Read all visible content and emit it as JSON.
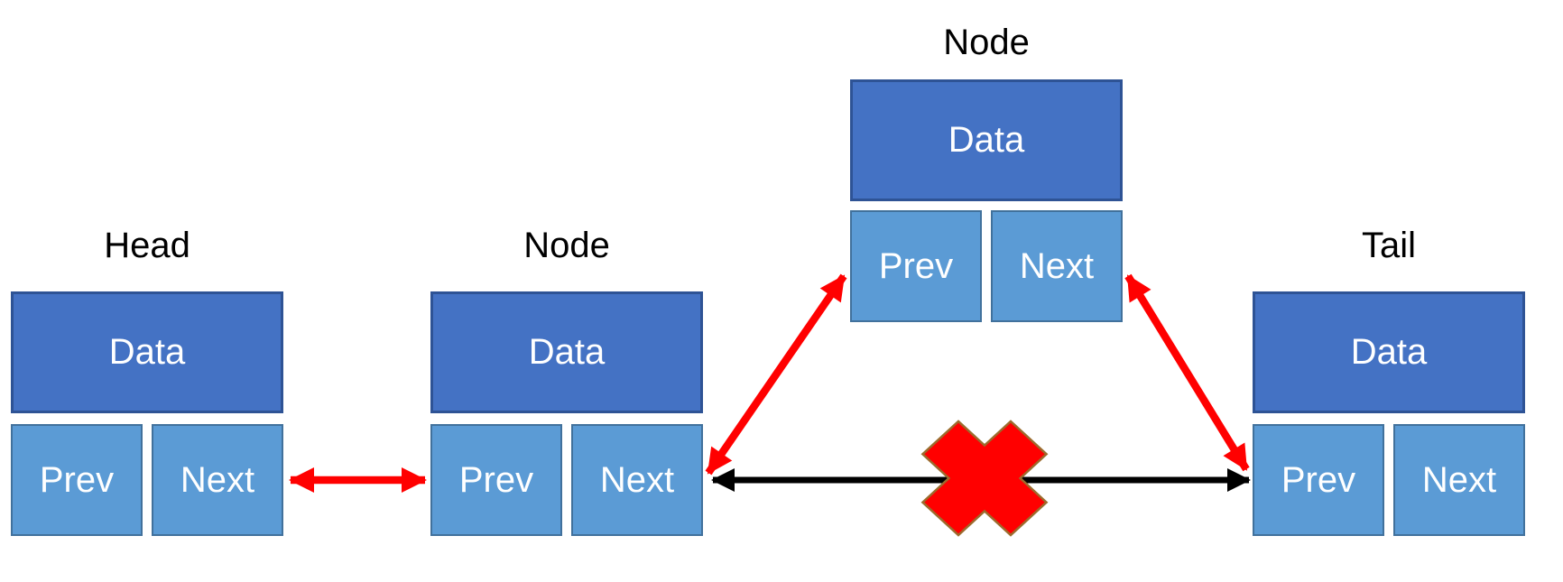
{
  "nodes": [
    {
      "id": "head",
      "title": "Head",
      "data_label": "Data",
      "prev_label": "Prev",
      "next_label": "Next"
    },
    {
      "id": "node",
      "title": "Node",
      "data_label": "Data",
      "prev_label": "Prev",
      "next_label": "Next"
    },
    {
      "id": "inserted-node",
      "title": "Node",
      "data_label": "Data",
      "prev_label": "Prev",
      "next_label": "Next"
    },
    {
      "id": "tail",
      "title": "Tail",
      "data_label": "Data",
      "prev_label": "Prev",
      "next_label": "Next"
    }
  ],
  "links": [
    {
      "from": "head.next",
      "to": "node.prev",
      "style": "new-link",
      "double_headed": true
    },
    {
      "from": "node.next",
      "to": "inserted-node.prev",
      "style": "new-link",
      "double_headed": true
    },
    {
      "from": "inserted-node.next",
      "to": "tail.prev",
      "style": "new-link",
      "double_headed": true
    },
    {
      "from": "node.next",
      "to": "tail.prev",
      "style": "old-link-broken",
      "double_headed": true
    }
  ],
  "colors": {
    "background": "#FFFFFF",
    "label_text": "#000000",
    "box_text": "#FFFFFF",
    "data_box_fill": "#4472C4",
    "data_box_border": "#2E5395",
    "pointer_box_fill": "#5B9BD5",
    "pointer_box_border": "#41719C",
    "new_link_color": "#FF0000",
    "old_link_color": "#000000",
    "broken_x_fill": "#FF0000",
    "broken_x_border": "#9C6B2D"
  }
}
